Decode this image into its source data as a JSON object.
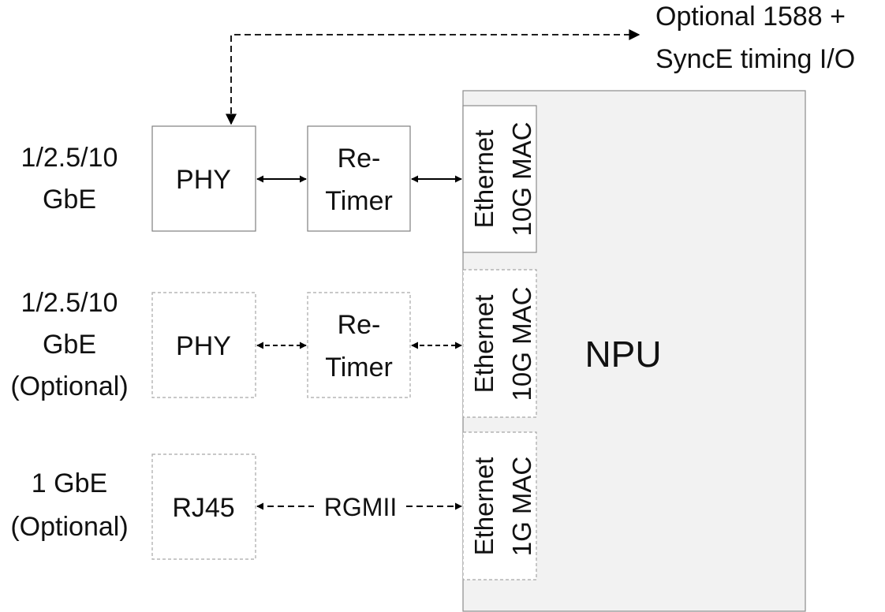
{
  "timing": {
    "line1": "Optional 1588 +",
    "line2": "SyncE timing I/O"
  },
  "rows": [
    {
      "side_label": [
        "1/2.5/10",
        "GbE"
      ],
      "phy_label": "PHY",
      "retimer_label": [
        "Re-",
        "Timer"
      ],
      "mac_label": [
        "Ethernet",
        "10G MAC"
      ],
      "optional": false
    },
    {
      "side_label": [
        "1/2.5/10",
        "GbE",
        "(Optional)"
      ],
      "phy_label": "PHY",
      "retimer_label": [
        "Re-",
        "Timer"
      ],
      "mac_label": [
        "Ethernet",
        "10G MAC"
      ],
      "optional": true
    },
    {
      "side_label": [
        "1 GbE",
        "(Optional)"
      ],
      "phy_label": "RJ45",
      "link_label": "RGMII",
      "mac_label": [
        "Ethernet",
        "1G MAC"
      ],
      "optional": true
    }
  ],
  "npu": {
    "label": "NPU",
    "fill": "#f2f2f2"
  },
  "colors": {
    "stroke": "#7f7f7f",
    "line": "#000000",
    "text": "#111111"
  }
}
